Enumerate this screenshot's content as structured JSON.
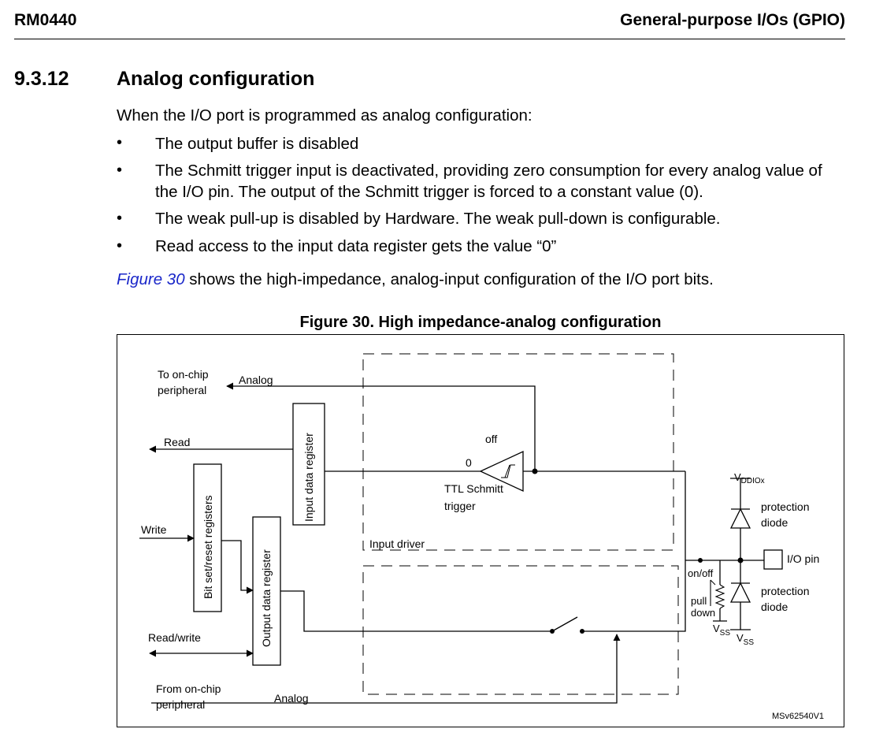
{
  "header": {
    "doc_id": "RM0440",
    "chapter": "General-purpose I/Os (GPIO)"
  },
  "section": {
    "number": "9.3.12",
    "title": "Analog configuration",
    "intro": "When the I/O port is programmed as analog configuration:",
    "bullets": [
      "The output buffer is disabled",
      "The Schmitt trigger input is deactivated, providing zero consumption for every analog value of the I/O pin. The output of the Schmitt trigger is forced to a constant value (0).",
      "The weak pull-up is disabled by Hardware. The weak pull-down is configurable.",
      "Read access to the input data register gets the value “0”"
    ],
    "figure_ref_link": "Figure 30",
    "figure_ref_rest": " shows the high-impedance, analog-input configuration of the I/O port bits."
  },
  "figure": {
    "title": "Figure 30. High impedance-analog configuration",
    "labels": {
      "to_onchip_1": "To on-chip",
      "to_onchip_2": "peripheral",
      "analog_top": "Analog",
      "read": "Read",
      "write": "Write",
      "read_write": "Read/write",
      "from_onchip_1": "From on-chip",
      "from_onchip_2": "peripheral",
      "analog_bottom": "Analog",
      "input_data_register": "Input data register",
      "bit_set_reset": "Bit set/reset registers",
      "output_data_register": "Output data register",
      "off": "off",
      "zero": "0",
      "ttl_1": "TTL Schmitt",
      "ttl_2": "trigger",
      "input_driver": "Input driver",
      "vdd": "V",
      "vdd_sub": "DDIOx",
      "protection_1": "protection",
      "diode_1": "diode",
      "io_pin": "I/O pin",
      "on_off": "on/off",
      "pull": "pull",
      "down": "down",
      "protection_2": "protection",
      "diode_2": "diode",
      "vss": "V",
      "vss_sub": "SS",
      "vss2": "V",
      "vss2_sub": "SS",
      "code": "MSv62540V1"
    }
  }
}
